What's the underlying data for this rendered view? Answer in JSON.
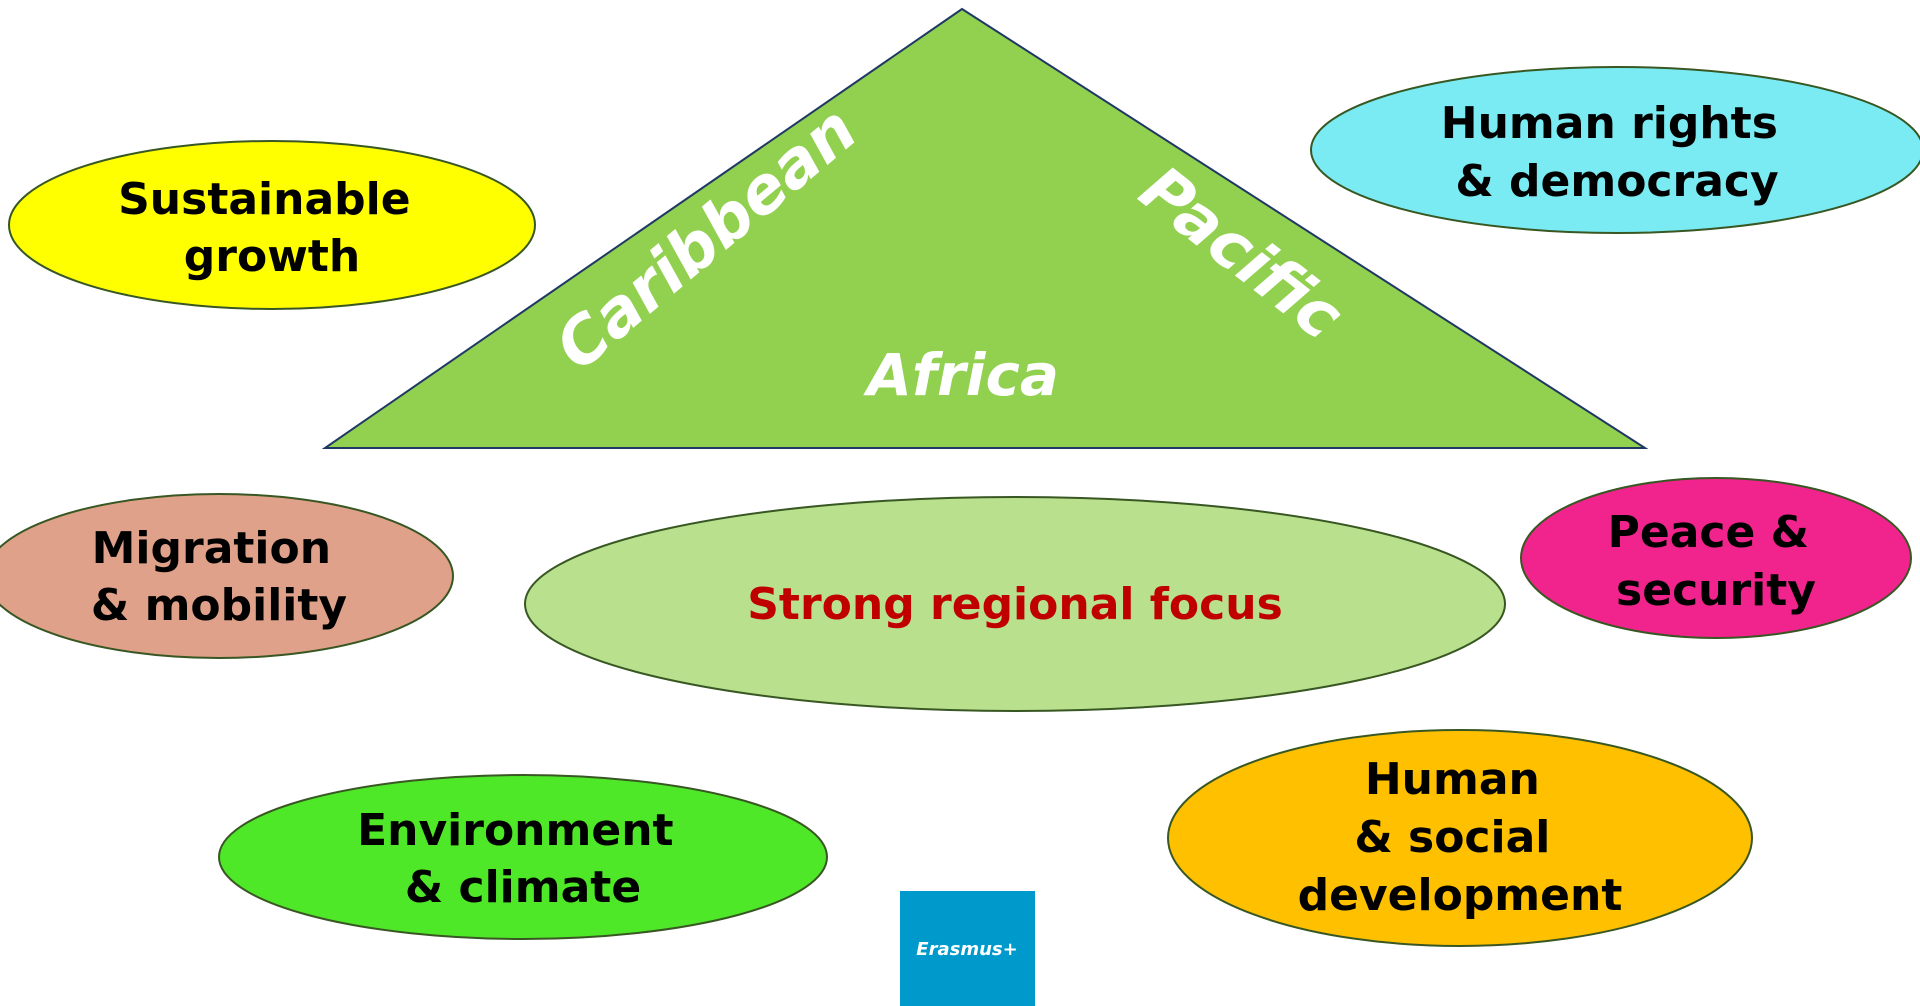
{
  "triangle": {
    "regions": [
      "Caribbean",
      "Pacific",
      "Africa"
    ],
    "fill": "#92d050"
  },
  "center": {
    "text": "Strong regional focus",
    "fill": "#b9e08d",
    "text_color": "#c00000"
  },
  "themes": [
    {
      "id": "sustainable-growth",
      "lines": [
        "Sustainable",
        "growth"
      ],
      "fill": "#ffff00"
    },
    {
      "id": "human-rights-democracy",
      "lines": [
        "Human rights",
        "& democracy"
      ],
      "fill": "#7aebf2"
    },
    {
      "id": "migration-mobility",
      "lines": [
        "Migration",
        "& mobility"
      ],
      "fill": "#e0a18a"
    },
    {
      "id": "peace-security",
      "lines": [
        "Peace &",
        "security"
      ],
      "fill": "#f0248c"
    },
    {
      "id": "environment-climate",
      "lines": [
        "Environment",
        "& climate"
      ],
      "fill": "#4ee828"
    },
    {
      "id": "human-social-development",
      "lines": [
        "Human",
        "& social",
        "development"
      ],
      "fill": "#ffc000"
    }
  ],
  "logo": {
    "text": "Erasmus+",
    "fill": "#0099cc"
  }
}
